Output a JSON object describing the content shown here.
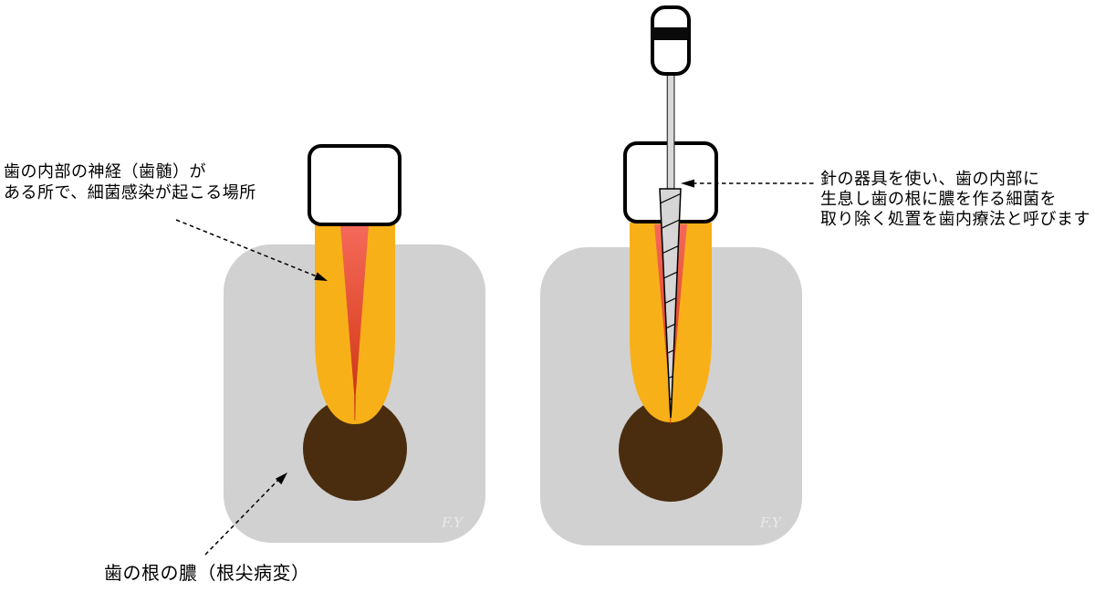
{
  "labels": {
    "pulp_infection": {
      "lines": [
        "歯の内部の神経（歯髄）が",
        "ある所で、細菌感染が起こる場所"
      ]
    },
    "root_abscess": {
      "text": "歯の根の膿（根尖病変）"
    },
    "treatment": {
      "lines": [
        "針の器具を使い、歯の内部に",
        "生息し歯の根に膿を作る細菌を",
        "取り除く処置を歯内療法と呼びます"
      ]
    }
  },
  "watermark": "F.Y",
  "colors": {
    "background": "#FFFFFF",
    "bone": "#D1D1D1",
    "root": "#F8B018",
    "nerve_top": "#F5695A",
    "nerve_tip": "#C23010",
    "abscess": "#4A2D0E",
    "crown_fill": "#FFFFFF",
    "outline": "#000000",
    "file_fill": "#D6D6D6",
    "shaft_fill": "#D9D9D9",
    "handle_fill": "#FFFFFF",
    "handle_band": "#0A0A0A",
    "watermark": "#E9E9E9",
    "text": "#000000"
  }
}
